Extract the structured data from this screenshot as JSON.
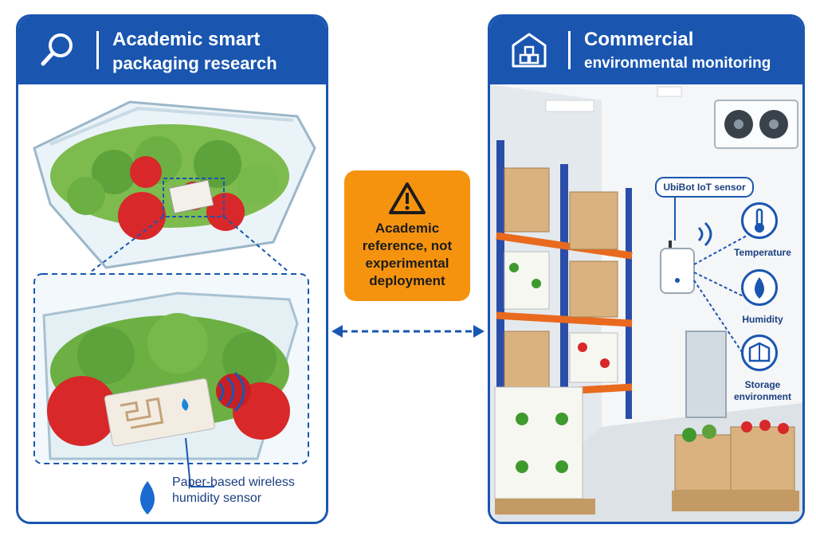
{
  "left_panel": {
    "title_line1": "Academic smart",
    "title_line2": "packaging research",
    "header_icon": "magnifier-icon",
    "sensor_label_line1": "Paper-based wireless",
    "sensor_label_line2": "humidity sensor"
  },
  "right_panel": {
    "title_line1": "Commercial",
    "title_line2": "environmental monitoring",
    "header_icon": "warehouse-icon",
    "sensor_tag": "UbiBot IoT sensor",
    "metrics": [
      {
        "label": "Temperature",
        "icon": "thermometer-icon"
      },
      {
        "label": "Humidity",
        "icon": "droplet-icon"
      },
      {
        "label_line1": "Storage",
        "label_line2": "environment",
        "icon": "storage-box-icon"
      }
    ]
  },
  "center_note": {
    "icon": "warning-icon",
    "line1": "Academic",
    "line2": "reference, not",
    "line3": "experimental",
    "line4": "deployment"
  },
  "colors": {
    "brand_blue": "#1a56b0",
    "warning_orange": "#f5930f",
    "strawberry_red": "#d8282a",
    "leaf_green": "#3f9a2e",
    "cardboard": "#d9b27f"
  }
}
